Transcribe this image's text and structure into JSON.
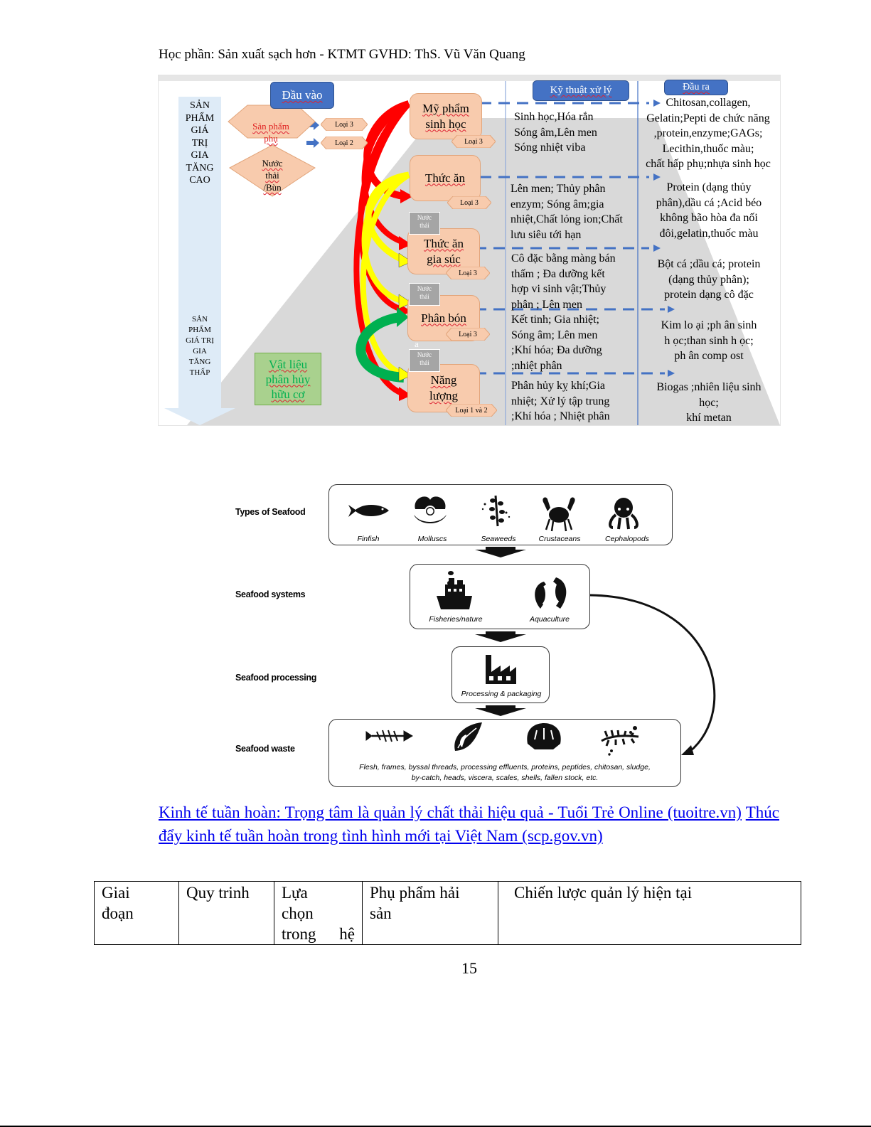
{
  "header": {
    "text": "Học phần: Sản xuất sạch hơn - KTMT GVHD: ThS. Vũ Văn Quang"
  },
  "figure1": {
    "input_header": "Đầu vào",
    "process_header": "Kỹ thuật xử lý",
    "output_header": "Đầu ra",
    "value_arrow": {
      "top_label": "SẢN\nPHẨM\nGIÁ\nTRỊ\nGIA\nTĂNG\nCAO",
      "bottom_label": "SẢN\nPHẨM\nGIÁ TRỊ\nGIA\nTĂNG\nTHẤP"
    },
    "inputs": [
      {
        "label": "Sản phẩm\nphụ",
        "color": "#e02020"
      },
      {
        "label": "Nước\nthải\n/Bùn",
        "color": "#000000"
      }
    ],
    "input_grades": [
      "Loại 3",
      "Loại 2"
    ],
    "organic_material": "Vật liệu\nphân hủy\nhữu cơ",
    "stray_char": "a",
    "products": [
      {
        "label": "Mỹ phẩm\nsinh học",
        "grade": "Loại 3",
        "wastewater": null,
        "techniques": "Sinh học,Hóa rắn\nSóng âm,Lên men\nSóng nhiệt viba",
        "outputs": "Chitosan,collagen,\nGelatin;Pepti de chức năng\n,protein,enzyme;GAGs;\nLecithin,thuốc màu;\nchất hấp phụ;nhựa sinh học"
      },
      {
        "label": "Thức ăn",
        "grade": "Loại 3",
        "wastewater": null,
        "techniques": "Lên men; Thủy phân\nenzym; Sóng âm;gia\nnhiệt,Chất lỏng ion;Chất\nlưu siêu tới hạn",
        "outputs": "Protein (dạng thủy\nphân),dầu cá ;Acid béo\nkhông bão hòa đa nối\nđôi,gelatin,thuốc màu"
      },
      {
        "label": "Thức ăn\ngia súc",
        "grade": "Loại 3",
        "wastewater": "Nước\nthải",
        "techniques": "Cô đặc bằng màng bán\nthấm ; Đa dưỡng kết\nhợp vi sinh vật;Thủy\nphân ; Lên men",
        "outputs": "Bột cá ;dầu cá; protein\n(dạng thủy phân);\nprotein dạng cô đặc"
      },
      {
        "label": "Phân bón",
        "grade": "Loại 3",
        "wastewater": "Nước\nthải",
        "techniques": "Kết tinh; Gia nhiệt;\nSóng âm; Lên men\n;Khí hóa; Đa dưỡng\n;nhiệt phân",
        "outputs": "Kim lo ại ;ph ân sinh\nh ọc;than sinh h ọc;\nph ân comp ost"
      },
      {
        "label": "Năng\nlượng",
        "grade": "Loại 1 và 2",
        "wastewater": "Nước\nthải",
        "techniques": "Phân hủy kỵ khí;Gia\nnhiệt; Xử lý tập trung\n;Khí hóa ; Nhiệt phân",
        "outputs": "Biogas ;nhiên liệu sinh\nhọc;\nkhí metan"
      }
    ],
    "colors": {
      "header_blue": "#4472c4",
      "box_fill": "#f8cbad",
      "arrow_red": "#ff0000",
      "arrow_yellow": "#ffff00",
      "arrow_green": "#00b050",
      "green_box": "#a9d18e",
      "green_text": "#00b050",
      "value_arrow": "#deebf7",
      "pyramid": "#d9d9d9"
    }
  },
  "figure2": {
    "rows": [
      {
        "label": "Types of Seafood",
        "items": [
          {
            "icon": "fish-icon",
            "caption": "Finfish"
          },
          {
            "icon": "pearl-oyster-icon",
            "caption": "Molluscs"
          },
          {
            "icon": "seaweed-icon",
            "caption": "Seaweeds"
          },
          {
            "icon": "crab-icon",
            "caption": "Crustaceans"
          },
          {
            "icon": "octopus-icon",
            "caption": "Cephalopods"
          }
        ]
      },
      {
        "label": "Seafood systems",
        "items": [
          {
            "icon": "fishing-boat-icon",
            "caption": "Fisheries/nature"
          },
          {
            "icon": "koi-fish-pair-icon",
            "caption": "Aquaculture"
          }
        ]
      },
      {
        "label": "Seafood processing",
        "items": [
          {
            "icon": "factory-icon",
            "caption": "Processing & packaging"
          }
        ]
      },
      {
        "label": "Seafood waste",
        "items": [
          {
            "icon": "fish-bone-icon",
            "caption": ""
          },
          {
            "icon": "fish-fillet-icon",
            "caption": ""
          },
          {
            "icon": "scallop-shell-icon",
            "caption": ""
          },
          {
            "icon": "seaweed-bubbles-icon",
            "caption": ""
          }
        ],
        "description": "Flesh, frames, byssal threads, processing effluents, proteins, peptides, chitosan, sludge, by-catch, heads, viscera, scales, shells, fallen stock, etc."
      }
    ]
  },
  "links": [
    {
      "text": "Kinh tế tuần hoàn: Trọng tâm là quản lý chất thải hiệu quả - Tuổi Trẻ Online (tuoitre.vn)"
    },
    {
      "text": "Thúc đẩy kinh tế tuần hoàn trong tình hình mới tại Việt Nam (scp.gov.vn)"
    }
  ],
  "table": {
    "headers": [
      "Giai\nđoạn",
      "Quy trinh",
      "Lựa\nchọn\ntrong hệ",
      "Phụ phẩm hải\nsản",
      "Chiến lược quản lý hiện tại"
    ]
  },
  "page_number": "15"
}
